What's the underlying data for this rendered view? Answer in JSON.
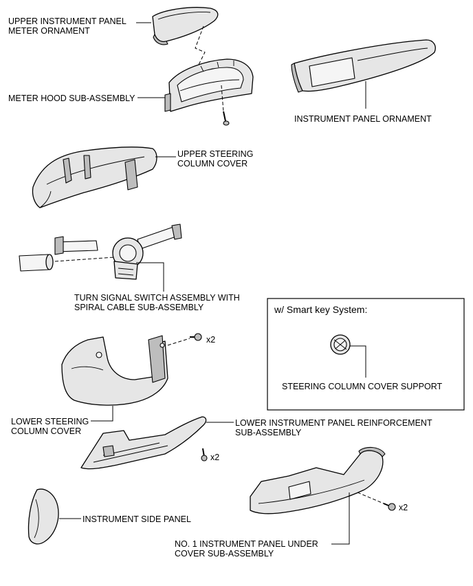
{
  "labels": {
    "upper_panel_meter_ornament": [
      "UPPER INSTRUMENT PANEL",
      "METER ORNAMENT"
    ],
    "meter_hood": [
      "METER HOOD SUB-ASSEMBLY"
    ],
    "instrument_panel_ornament": [
      "INSTRUMENT PANEL ORNAMENT"
    ],
    "upper_steering_column_cover": [
      "UPPER STEERING",
      "COLUMN COVER"
    ],
    "turn_signal_switch": [
      "TURN SIGNAL SWITCH ASSEMBLY WITH",
      "SPIRAL CABLE SUB-ASSEMBLY"
    ],
    "smart_key_title": "w/ Smart key System:",
    "steering_column_cover_support": [
      "STEERING COLUMN COVER SUPPORT"
    ],
    "lower_steering_column_cover": [
      "LOWER STEERING",
      "COLUMN COVER"
    ],
    "lower_panel_reinforcement": [
      "LOWER INSTRUMENT PANEL REINFORCEMENT",
      "SUB-ASSEMBLY"
    ],
    "instrument_side_panel": [
      "INSTRUMENT SIDE PANEL"
    ],
    "no1_under_cover": [
      "NO. 1 INSTRUMENT PANEL UNDER",
      "COVER SUB-ASSEMBLY"
    ]
  },
  "quantities": {
    "lower_column_cover_screws": "x2",
    "reinforcement_bolts": "x2",
    "under_cover_screws": "x2"
  }
}
